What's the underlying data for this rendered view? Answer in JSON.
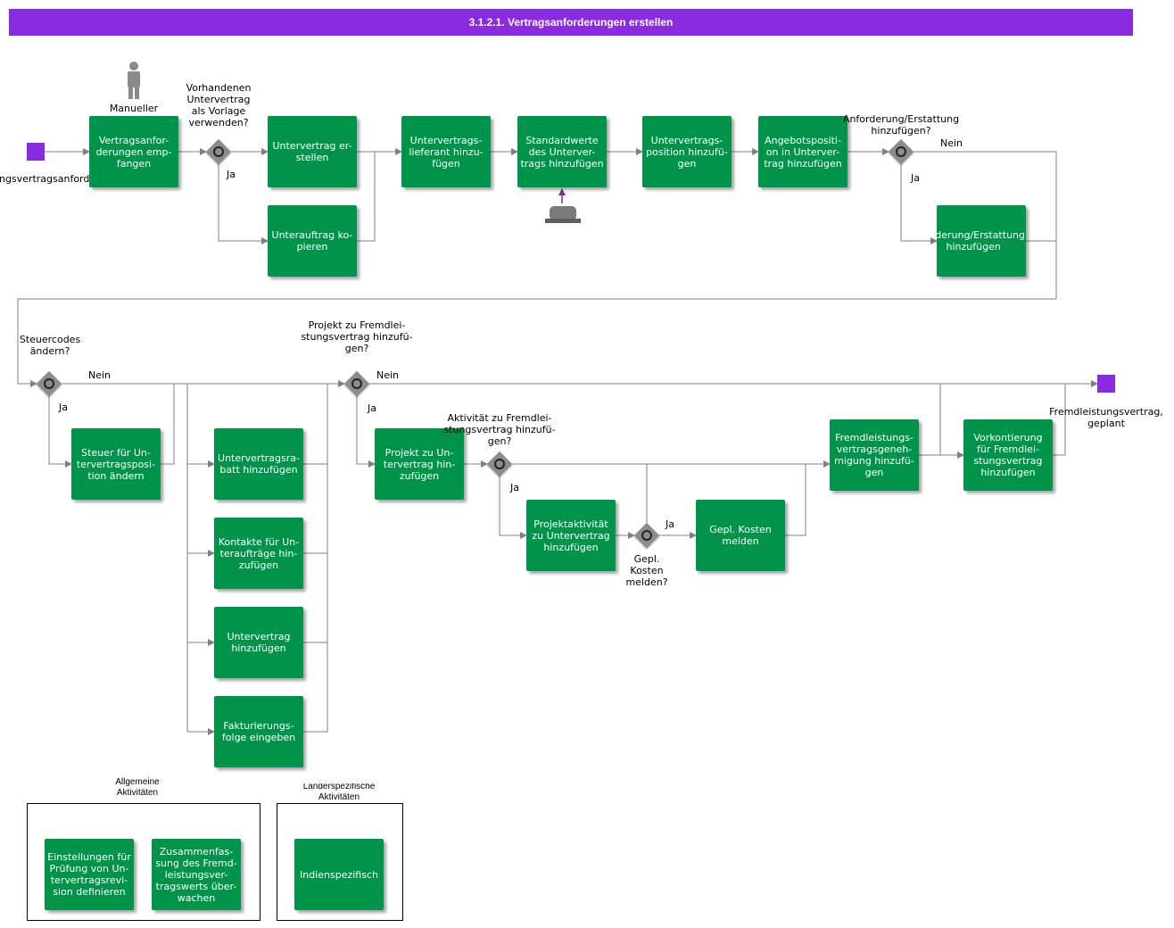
{
  "title": "3.1.2.1. Vertragsanforderungen erstellen",
  "events": {
    "start_label": "ungsvertragsanforderung",
    "end_label": "Fremdleistungsvertrag,\ngeplant"
  },
  "annotations": {
    "manual_step": "Manueller\nSchritt",
    "manual_icon": "person-icon",
    "system_icon": "system-icon"
  },
  "tasks": {
    "t1": "Vertragsanfor-\nderungen emp-\nfangen",
    "t2": "Untervertrag er-\nstellen",
    "t3": "Unterauftrag ko-\npieren",
    "t4": "Untervertrags-\nlieferant hinzu-\nfügen",
    "t5": "Standardwerte\ndes Unterver-\ntrags hinzufügen",
    "t6": "Untervertrags-\nposition hinzufü-\ngen",
    "t7": "Angebotspositi-\non in Unterver-\ntrag hinzufügen",
    "t8": "forderung/Erstattung\nhinzufügen",
    "t9": "Steuer für Un-\ntervertragsposi-\ntion ändern",
    "t10": "Untervertragsra-\nbatt hinzufügen",
    "t11": "Kontakte für Un-\nteraufträge hin-\nzufügen",
    "t12": "Untervertrag\nhinzufügen",
    "t13": "Fakturierungs-\nfolge eingeben",
    "t14": "Projekt zu Un-\ntervertrag hin-\nzufügen",
    "t15": "Projektaktivität\nzu Untervertrag\nhinzufügen",
    "t16": "Gepl. Kosten\nmelden",
    "t17": "Fremdleistungs-\nvertragsgeneh-\nmigung hinzufü-\ngen",
    "t18": "Vorkontierung\nfür Fremdlei-\nstungsvertrag\nhinzufügen",
    "g_a1": "Einstellungen für\nPrüfung von Un-\ntervertragsrevi-\nsion definieren",
    "g_a2": "Zusammenfas-\nsung des Fremd-\nleistungsver-\ntragswerts über-\nwachen",
    "g_b1": "Indienspezifisch"
  },
  "gateways": {
    "gw1": "Vorhandenen\nUntervertrag\nals Vorlage\nverwenden?",
    "gw2": "Anforderung/Erstattung\nhinzufügen?",
    "gw3": "Steuercodes\nändern?",
    "gw4": "Projekt zu Fremdlei-\nstungsvertrag hinzufü-\ngen?",
    "gw5": "Aktivität zu Fremdlei-\nstungsvertrag hinzufü-\ngen?",
    "gw6": "Gepl.\nKosten\nmelden?"
  },
  "flow_labels": {
    "ja": "Ja",
    "nein": "Nein"
  },
  "groups": {
    "general": "Allgemeine\nAktivitäten",
    "country": "Länderspezifische\nAktivitäten"
  },
  "colors": {
    "task": "#00944a",
    "event": "#8a2be2",
    "title_bar": "#8a2be2",
    "gateway": "#8c8c8c",
    "line": "#808080"
  }
}
